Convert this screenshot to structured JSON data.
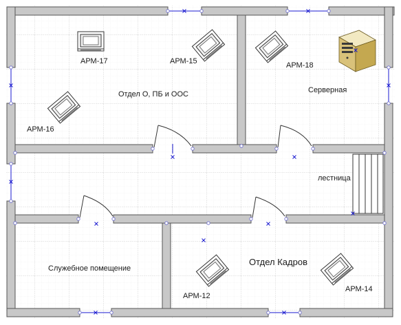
{
  "colors": {
    "wall_fill": "#c8c8c8",
    "wall_stroke": "#555555",
    "grid_minor": "#e6e6e6",
    "grid_major": "#c9c9c9",
    "connector": "#1a1ad0"
  },
  "rooms": {
    "otdel_opb": "Отдел О, ПБ и ООС",
    "servernaya": "Серверная",
    "lestnitsa": "лестница",
    "sluzhebnoe": "Служебное помещение",
    "otdel_kadrov": "Отдел Кадров"
  },
  "workstations": {
    "arm17": "АРМ-17",
    "arm15": "АРМ-15",
    "arm18": "АРМ-18",
    "arm16": "АРМ-16",
    "arm12": "АРМ-12",
    "arm14": "АРМ-14"
  },
  "icons": {
    "workstation": "workstation-icon",
    "server": "server-icon",
    "door": "door-icon",
    "stairs": "stairs-icon"
  }
}
